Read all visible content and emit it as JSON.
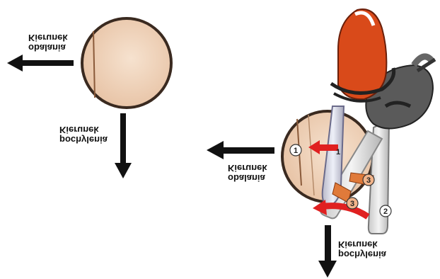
{
  "left_diagram": {
    "felling_label": {
      "line1": "obalania",
      "line2": "Kierunek"
    },
    "tilt_label": {
      "line1": "pochylenia",
      "line2": "Kierunek"
    }
  },
  "right_diagram": {
    "felling_label": {
      "line1": "obalania",
      "line2": "Kierunek"
    },
    "tilt_label": {
      "line1": "pochylenia",
      "line2": "Kierunek"
    },
    "cut_numbers": [
      "1",
      "2",
      "3",
      "3"
    ]
  },
  "colors": {
    "wood_fill": "#f3d9c2",
    "bark": "#3a2a20",
    "saw_orange": "#d94a1a",
    "saw_gray": "#555555",
    "arrow": "#111111",
    "cut_arrow_red": "#e02020",
    "wedge_orange": "#e07a3a"
  }
}
